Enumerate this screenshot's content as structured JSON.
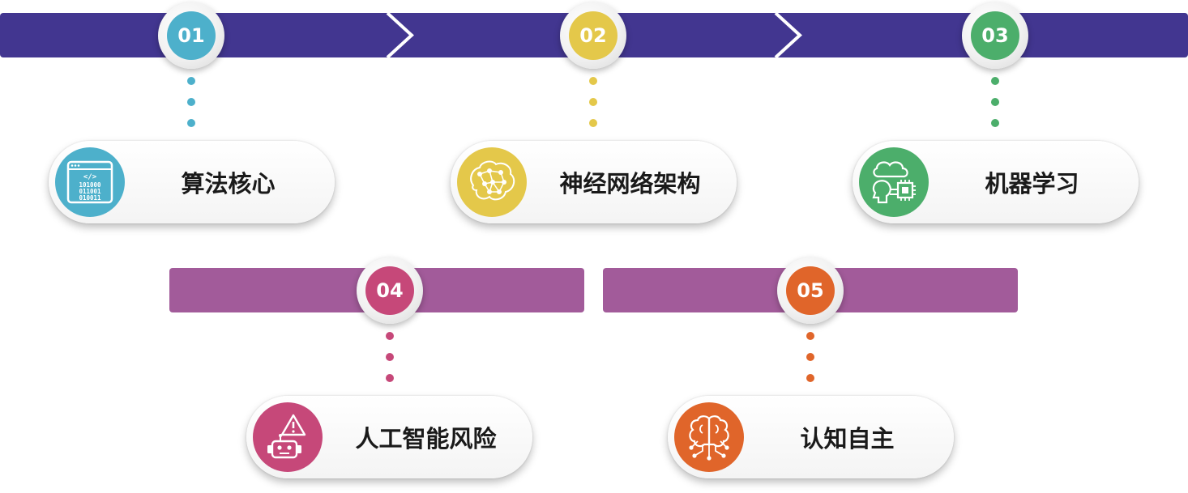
{
  "colors": {
    "bar_top": "#423690",
    "bar_bottom": "#a25b9a",
    "step1": "#4db0cb",
    "step2": "#e4c84a",
    "step3": "#4cae6b",
    "step4": "#c64879",
    "step5": "#e0652a"
  },
  "steps": [
    {
      "number": "01",
      "label": "算法核心",
      "icon": "code-window-icon"
    },
    {
      "number": "02",
      "label": "神经网络架构",
      "icon": "neural-brain-icon"
    },
    {
      "number": "03",
      "label": "机器学习",
      "icon": "cloud-head-chip-icon"
    },
    {
      "number": "04",
      "label": "人工智能风险",
      "icon": "robot-warning-icon"
    },
    {
      "number": "05",
      "label": "认知自主",
      "icon": "circuit-brain-icon"
    }
  ],
  "icon_text": {
    "code_tag": "</>",
    "binary_lines": [
      "101000",
      "011001",
      "010011"
    ]
  }
}
